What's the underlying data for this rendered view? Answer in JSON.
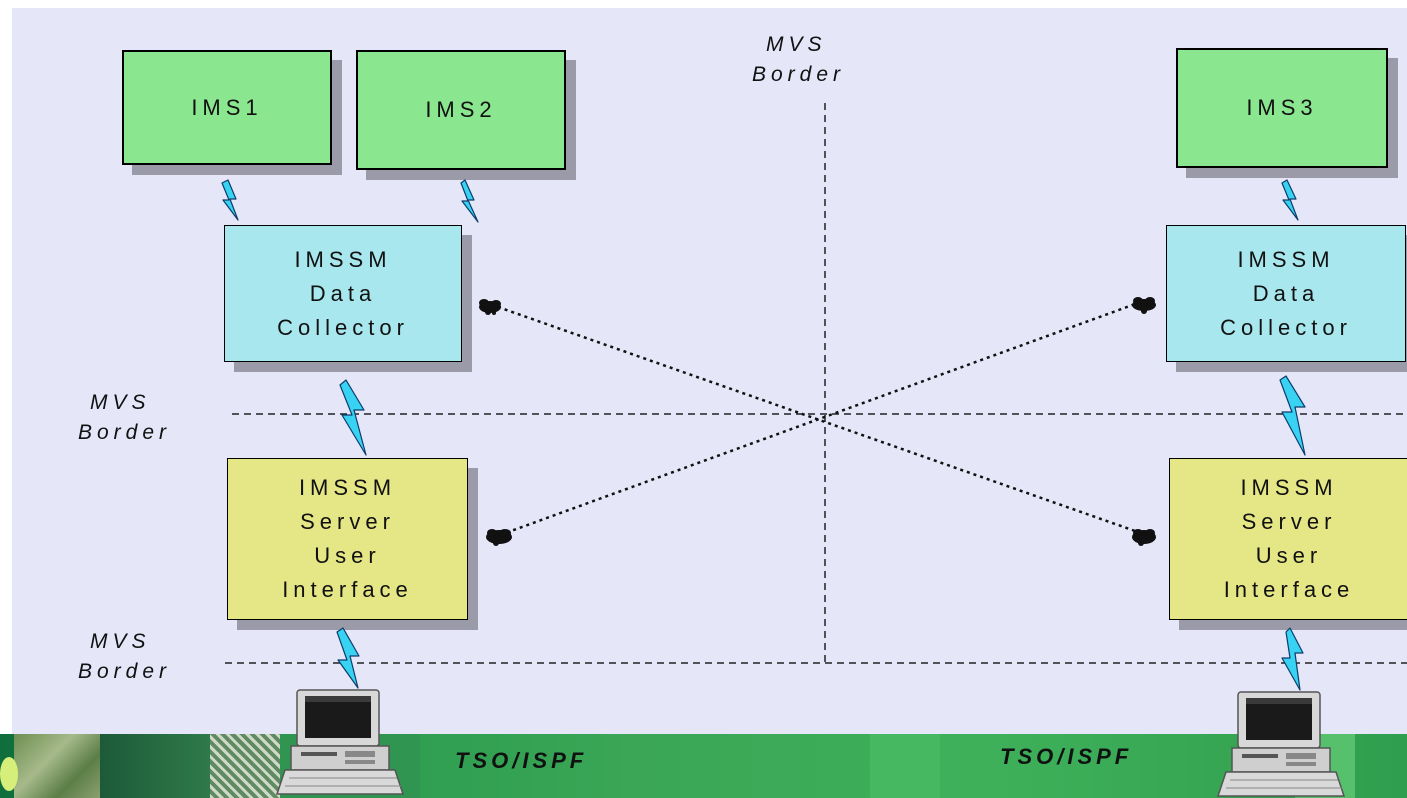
{
  "boxes": {
    "ims1": "IMS1",
    "ims2": "IMS2",
    "ims3": "IMS3",
    "collector_left": [
      "IMSSM",
      "Data",
      "Collector"
    ],
    "collector_right": [
      "IMSSM",
      "Data",
      "Collector"
    ],
    "ui_left": [
      "IMSSM",
      "Server",
      "User",
      "Interface"
    ],
    "ui_right": [
      "IMSSM",
      "Server",
      "User",
      "Interface"
    ]
  },
  "borders": {
    "top_center": [
      "MVS",
      "Border"
    ],
    "left_upper": [
      "MVS",
      "Border"
    ],
    "left_lower": [
      "MVS",
      "Border"
    ]
  },
  "terminals": {
    "left_label": "TSO/ISPF",
    "right_label": "TSO/ISPF"
  },
  "colors": {
    "background": "#e5e6f8",
    "ims_box": "#8ae68f",
    "collector_box": "#a7e7ed",
    "ui_box": "#e5e685",
    "lightning": "#38d2f2",
    "footer_bar": "#3aa656"
  },
  "icons": {
    "link": "lightning-bolt-icon",
    "terminal": "computer-terminal-icon",
    "network": "network-cloud-icon"
  }
}
